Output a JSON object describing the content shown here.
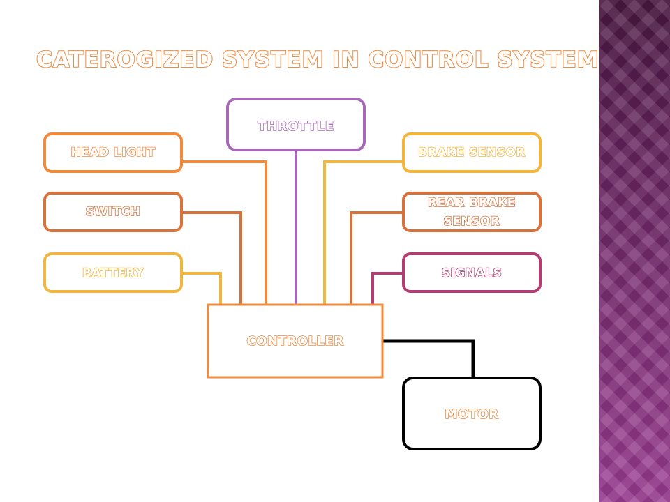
{
  "title": "CATEROGIZED SYSTEM IN CONTROL SYSTEM",
  "nodes": {
    "throttle": "THROTTLE",
    "head_light": "HEAD LIGHT",
    "brake_sensor": "BRAKE SENSOR",
    "switch": "SWITCH",
    "rear_brake_sensor_line1": "REAR BRAKE",
    "rear_brake_sensor_line2": "SENSOR",
    "battery": "BATTERY",
    "signals": "SIGNALS",
    "controller": "CONTROLLER",
    "motor": "MOTOR"
  },
  "colors": {
    "orange": "#f08a3c",
    "yellow": "#f2b63e",
    "purple": "#a868b8",
    "dark_orange": "#d9713a",
    "magenta": "#b13d72",
    "black": "#000000"
  }
}
